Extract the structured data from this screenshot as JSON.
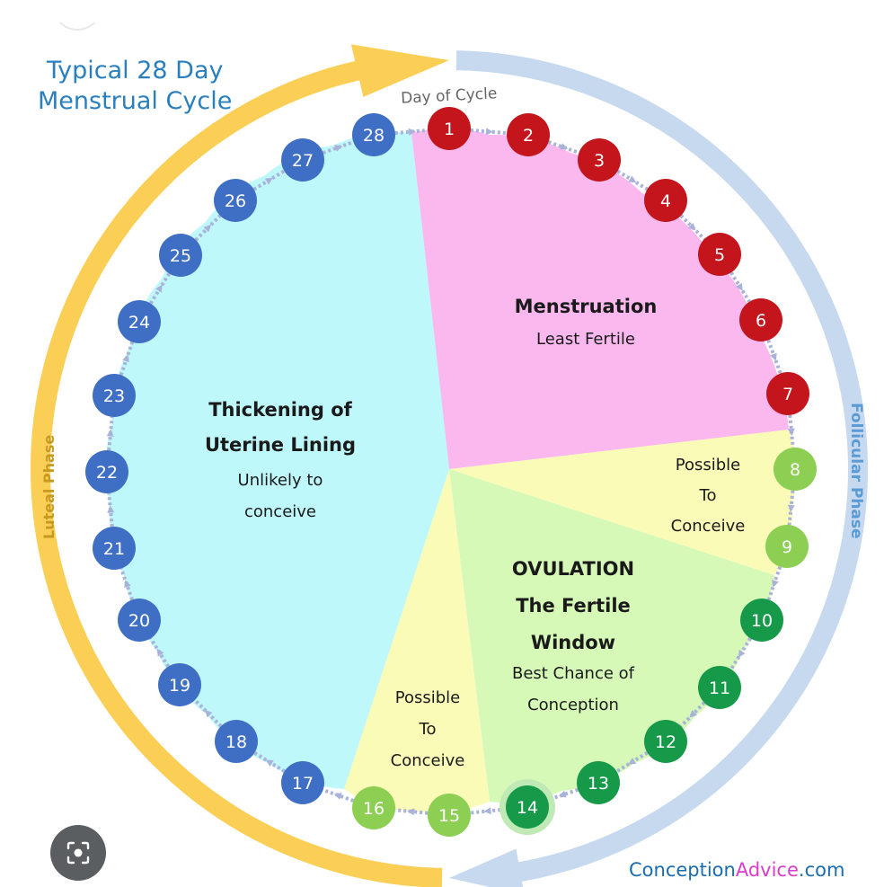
{
  "title": {
    "line1": "Typical 28 Day",
    "line2": "Menstrual Cycle"
  },
  "day_of_cycle_label": "Day of Cycle",
  "phases": {
    "follicular": "Follicular Phase",
    "luteal": "Luteal Phase"
  },
  "segments": {
    "menstruation": {
      "title": "Menstruation",
      "subtitle": "Least Fertile",
      "color": "#fbb8ef"
    },
    "possible_upper": {
      "lines": [
        "Possible",
        "To",
        "Conceive"
      ],
      "color": "#fbfbb8"
    },
    "ovulation": {
      "lines": [
        "OVULATION",
        "The Fertile",
        "Window"
      ],
      "sub": [
        "Best Chance of",
        "Conception"
      ],
      "color": "#d6f9b8"
    },
    "possible_lower": {
      "lines": [
        "Possible",
        "To",
        "Conceive"
      ],
      "color": "#fbfbb8"
    },
    "thickening": {
      "lines": [
        "Thickening of",
        "Uterine Lining"
      ],
      "sub": [
        "Unlikely to",
        "conceive"
      ],
      "color": "#bff8fb"
    }
  },
  "days": [
    "1",
    "2",
    "3",
    "4",
    "5",
    "6",
    "7",
    "8",
    "9",
    "10",
    "11",
    "12",
    "13",
    "14",
    "15",
    "16",
    "17",
    "18",
    "19",
    "20",
    "21",
    "22",
    "23",
    "24",
    "25",
    "26",
    "27",
    "28"
  ],
  "colors": {
    "menstruation_day": "#c3151b",
    "possible_day": "#8ccf52",
    "ovulation_day": "#169a4a",
    "luteal_day": "#3f6fc4",
    "follicular_arrow": "#c6d9ee",
    "luteal_arrow": "#fbcf55",
    "title": "#2a7fbe"
  },
  "brand": {
    "part1": "Conception",
    "part2": "Advice",
    "part3": ".com"
  }
}
